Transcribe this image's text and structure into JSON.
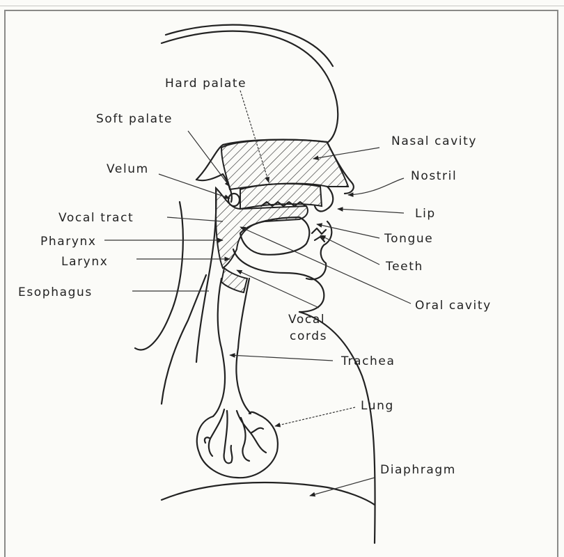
{
  "diagram": {
    "labels": {
      "hard_palate": "Hard palate",
      "soft_palate": "Soft palate",
      "nasal_cavity": "Nasal cavity",
      "nostril": "Nostril",
      "velum": "Velum",
      "lip": "Lip",
      "vocal_tract": "Vocal tract",
      "tongue": "Tongue",
      "pharynx": "Pharynx",
      "larynx": "Larynx",
      "teeth": "Teeth",
      "esophagus": "Esophagus",
      "oral_cavity": "Oral cavity",
      "vocal_cords_1": "Vocal",
      "vocal_cords_2": "cords",
      "trachea": "Trachea",
      "lung": "Lung",
      "diaphragm": "Diaphragm"
    },
    "colors": {
      "ink": "#222222",
      "paper": "#fbfbf8",
      "frame": "#8a8a88"
    }
  }
}
